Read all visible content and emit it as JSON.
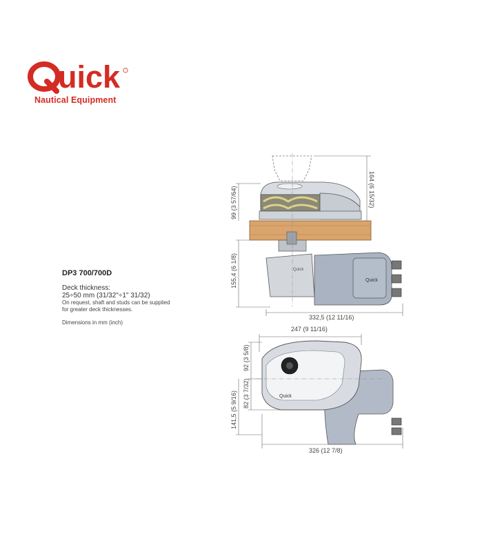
{
  "logo": {
    "brand": "Quick",
    "subtitle": "Nautical Equipment"
  },
  "spec": {
    "model": "DP3 700/700D",
    "deck_thickness_label": "Deck thickness:",
    "deck_thickness_value": "25÷50 mm (31/32\"÷1\" 31/32)",
    "request_note_1": "On request, shaft and studs can be supplied",
    "request_note_2": "for greater deck thicknesses.",
    "units_note": "Dimensions in mm (inch)"
  },
  "dimensions": {
    "top_height_total": "164 (6 15/32)",
    "above_deck": "99 (3 57/64)",
    "below_deck": "155,4 (6 1/8)",
    "side_length": "332,5 (12 11/16)",
    "plan_width": "247 (9 11/16)",
    "plan_front": "92 (3 5/8)",
    "plan_back": "82 (3 7/32)",
    "plan_total_depth": "141,5 (5 9/16)",
    "plan_length": "326 (12 7/8)"
  },
  "colors": {
    "brand_red": "#d42b24",
    "wood": "#d9a46d",
    "metal": "#c9cdd3",
    "motor": "#a9b3c2"
  }
}
